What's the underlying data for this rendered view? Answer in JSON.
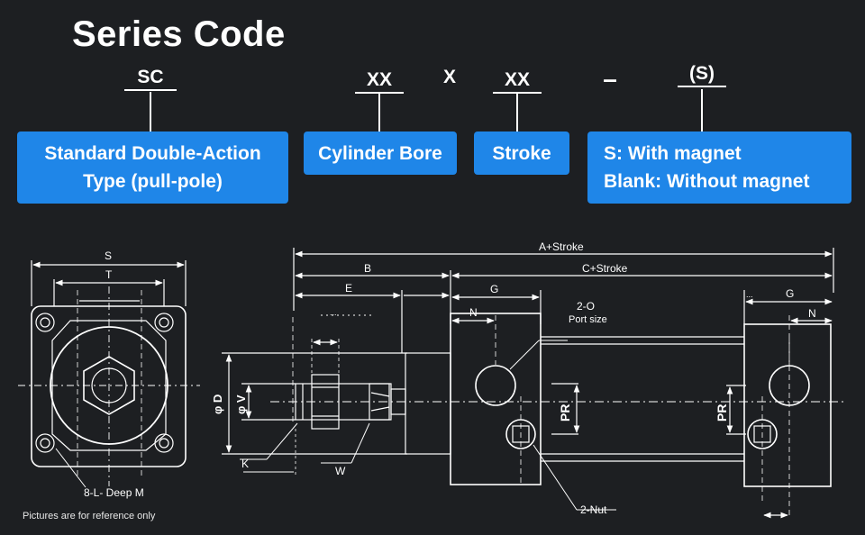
{
  "title": "Series Code",
  "code": {
    "series": "SC",
    "bore": "XX",
    "times": "X",
    "stroke": "XX",
    "dash": "–",
    "magnet": "(S)"
  },
  "boxes": {
    "type_line1": "Standard Double-Action",
    "type_line2": "Type (pull-pole)",
    "bore": "Cylinder Bore",
    "stroke": "Stroke",
    "magnet_line1": "S: With magnet",
    "magnet_line2": "Blank: Without magnet"
  },
  "colors": {
    "background": "#1d1f22",
    "box_fill": "#1f86e8",
    "line": "#ffffff"
  },
  "drawing": {
    "S": "S",
    "T": "T",
    "bolt_label": "8-L- Deep M",
    "A": "A+Stroke",
    "B": "B",
    "C": "C+Stroke",
    "E": "E",
    "G_left": "G",
    "G_right": "G",
    "N_left": "N",
    "N_right": "N",
    "port_line1": "2-O",
    "port_line2": "Port size",
    "PR_left": "PR",
    "PR_right": "PR",
    "phiD": "φ D",
    "phiV": "φ V",
    "K": "K",
    "W": "W",
    "nut": "2-Nut",
    "dots": "...",
    "dots_right": "..."
  },
  "footnote": "Pictures are for reference only"
}
